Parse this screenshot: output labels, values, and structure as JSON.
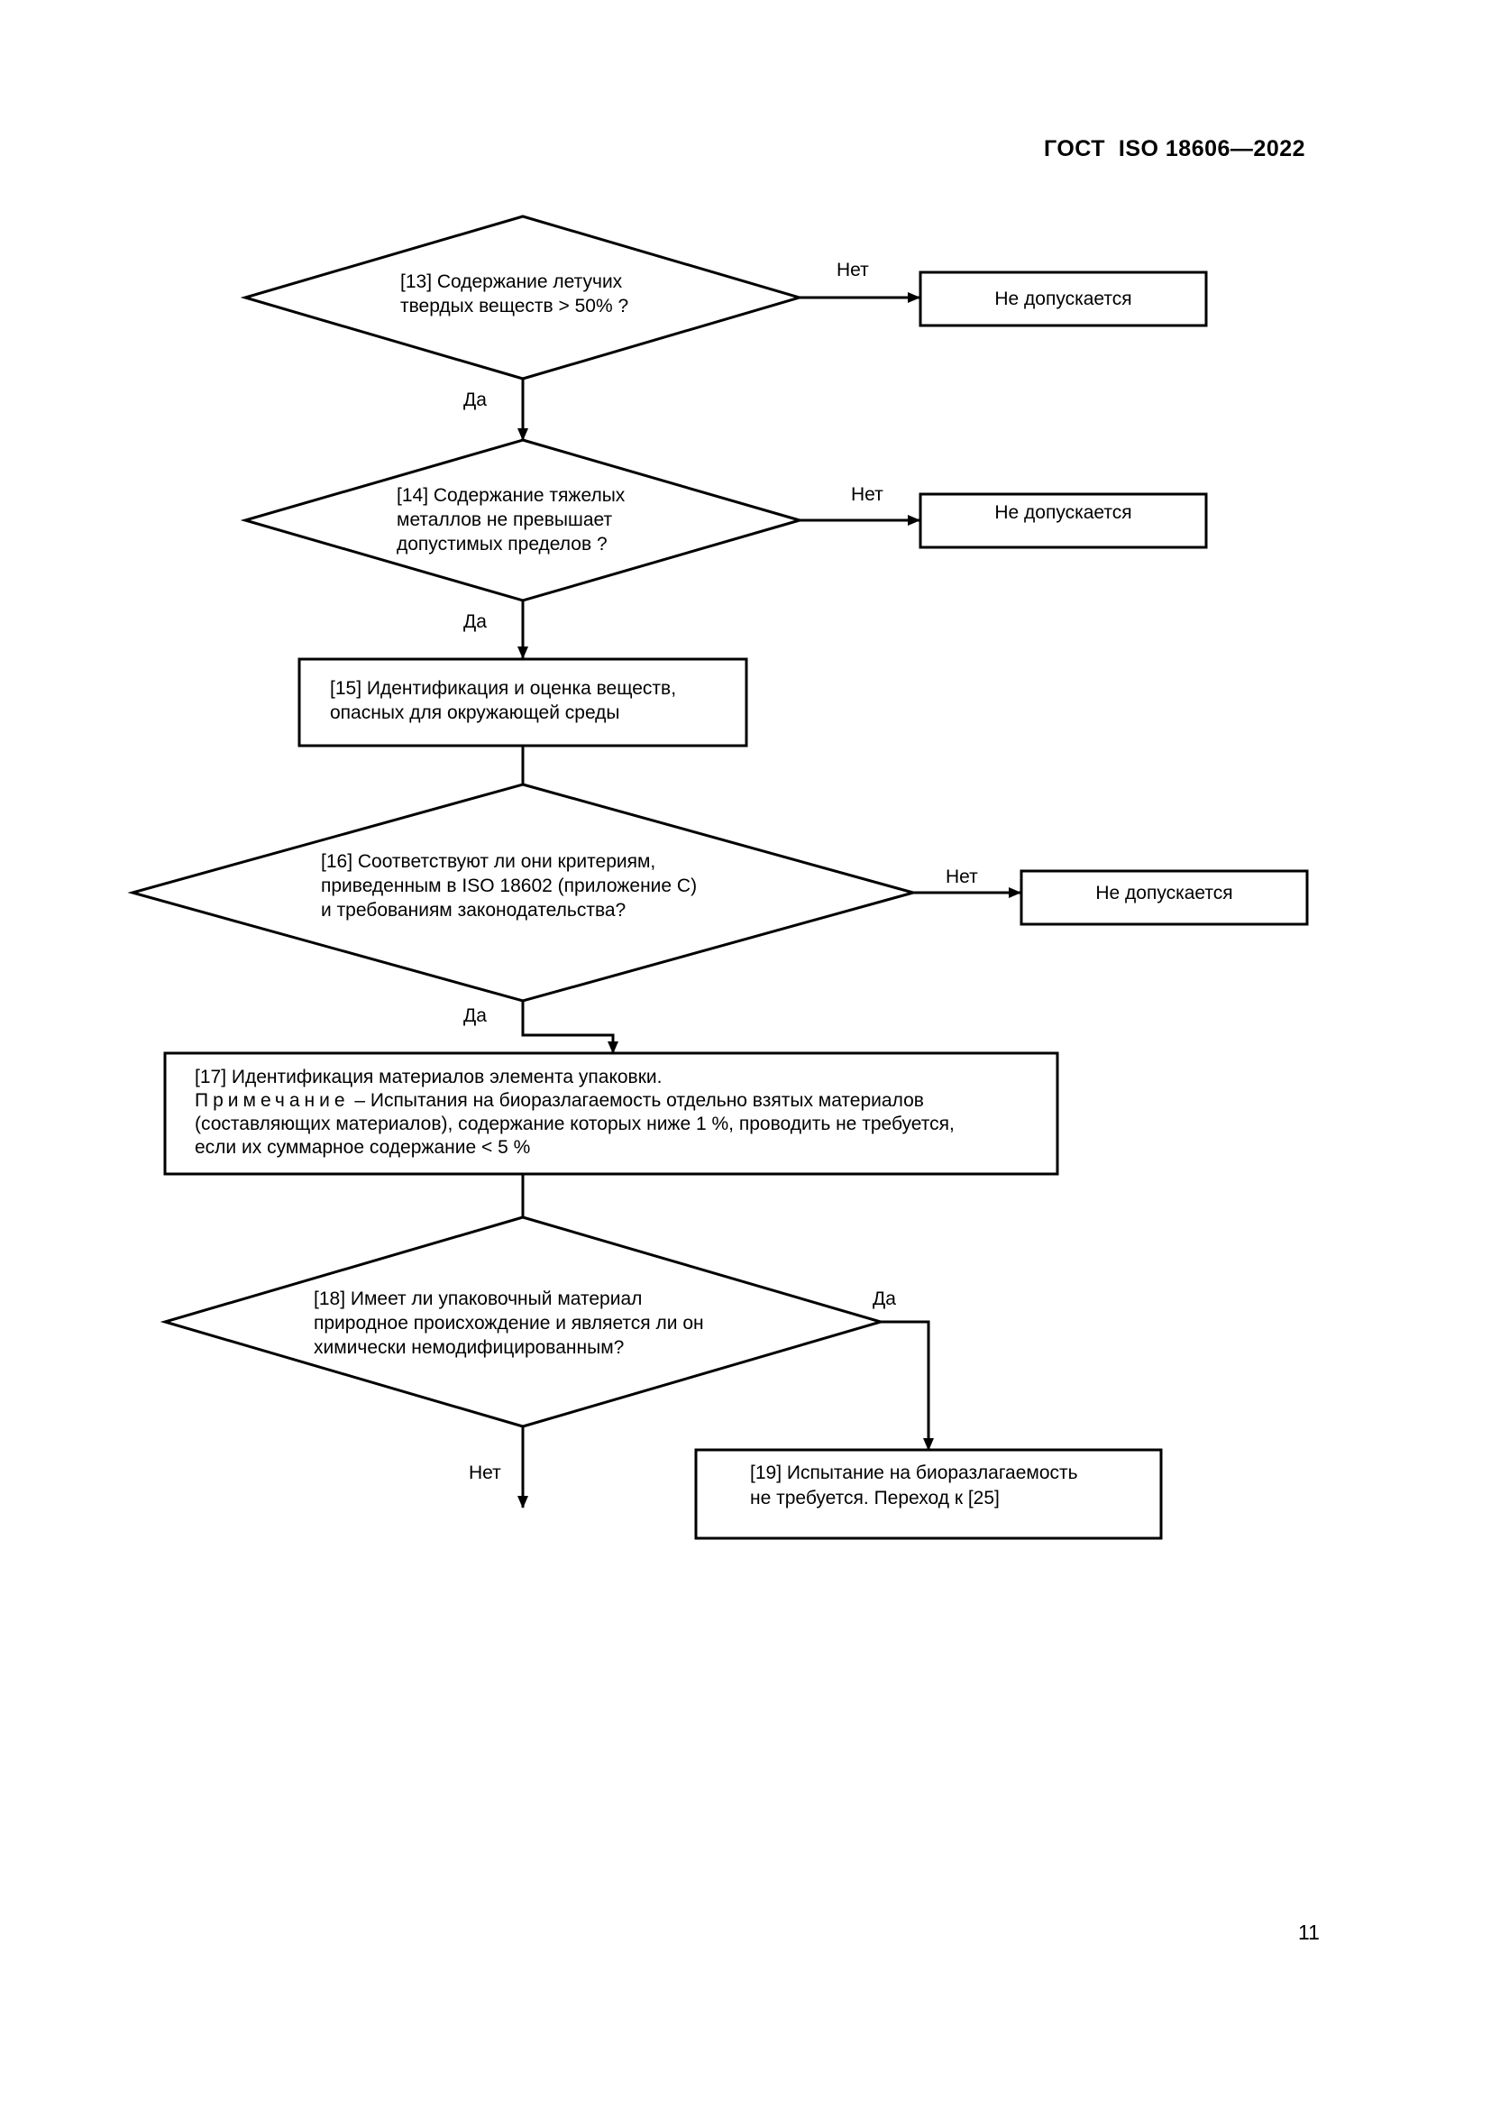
{
  "header": {
    "doc_id": "ГОСТ  ISO 18606—2022"
  },
  "page_number": "11",
  "flow": {
    "d13": {
      "line1": "[13] Содержание летучих",
      "line2": "твердых веществ > 50% ?"
    },
    "d13_no": "Нет",
    "d13_yes": "Да",
    "r13": "Не допускается",
    "d14": {
      "line1": "[14] Содержание тяжелых",
      "line2": "металлов не превышает",
      "line3": "допустимых пределов ?"
    },
    "d14_no": "Нет",
    "d14_yes": "Да",
    "r14": "Не допускается",
    "b15": {
      "line1": "[15] Идентификация и оценка веществ,",
      "line2": "опасных для окружающей среды"
    },
    "d16": {
      "line1": "[16] Соответствуют ли они критериям,",
      "line2": "приведенным в ISO 18602 (приложение С)",
      "line3": "и требованиям законодательства?"
    },
    "d16_no": "Нет",
    "d16_yes": "Да",
    "r16": "Не допускается",
    "b17": {
      "line1": "[17] Идентификация материалов элемента упаковки.",
      "note_label": "Примечание",
      "note_text": " – Испытания на биоразлагаемость отдельно взятых материалов",
      "line3": "(составляющих материалов), содержание которых ниже 1 %, проводить не требуется,",
      "line4": "если их суммарное содержание < 5 %"
    },
    "d18": {
      "line1": "[18] Имеет ли упаковочный материал",
      "line2": "природное происхождение и является ли он",
      "line3": "химически немодифицированным?"
    },
    "d18_yes": "Да",
    "d18_no": "Нет",
    "b19": {
      "line1": "[19] Испытание на биоразлагаемость",
      "line2": "не требуется. Переход к [25]"
    }
  }
}
